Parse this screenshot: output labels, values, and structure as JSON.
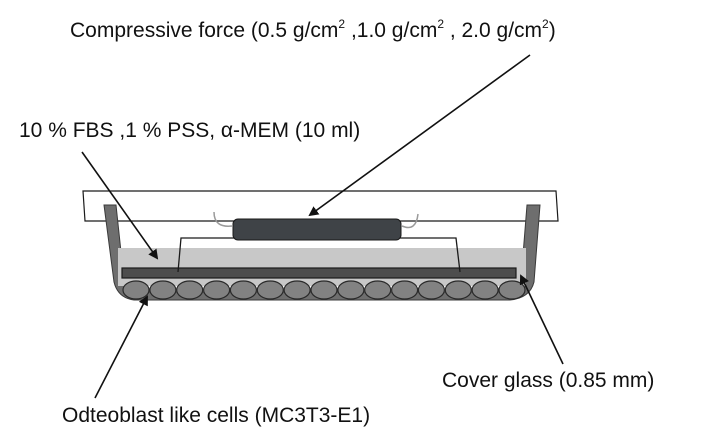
{
  "labels": {
    "force_prefix": "Compressive force (0.5 g/cm",
    "force_sep1": " ,1.0 g/cm",
    "force_sep2": " , 2.0 g/cm",
    "force_suffix": ")",
    "force_exponent": "2",
    "medium": "10 % FBS ,1 % PSS, α-MEM (10 ml)",
    "cover_glass": "Cover glass (0.85 mm)",
    "cells": "Odteoblast like cells (MC3T3-E1)"
  },
  "colors": {
    "medium_fill": "#c8c8c8",
    "dish_wall": "#6e6e6e",
    "cover_glass": "#4d4d4d",
    "cell_fill": "#828282",
    "weight": "#3f4347",
    "outline": "#1a1a1a"
  }
}
